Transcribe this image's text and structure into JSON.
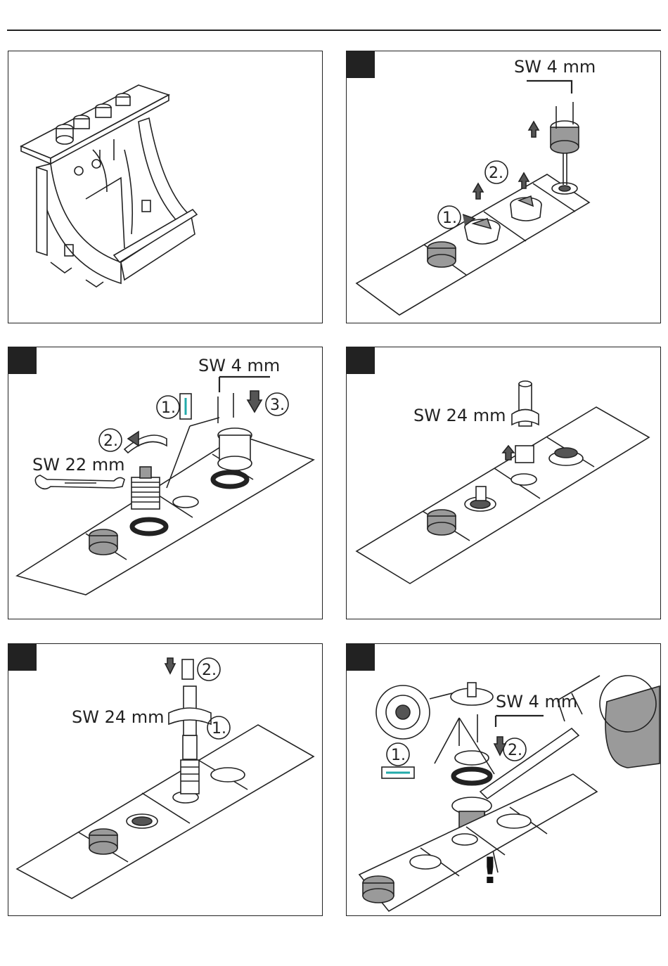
{
  "panels": {
    "p2": {
      "wrench_label": "SW 4 mm",
      "step_1": "1.",
      "step_2": "2."
    },
    "p3": {
      "wrench_small_label": "SW 4 mm",
      "wrench_large_label": "SW 22 mm",
      "step_1": "1.",
      "step_2": "2.",
      "step_3": "3."
    },
    "p4": {
      "wrench_label": "SW 24 mm"
    },
    "p5": {
      "wrench_label": "SW 24 mm",
      "step_1": "1.",
      "step_2": "2."
    },
    "p6": {
      "wrench_label": "SW 4 mm",
      "step_1": "1.",
      "step_2": "2.",
      "warning": "!"
    }
  }
}
